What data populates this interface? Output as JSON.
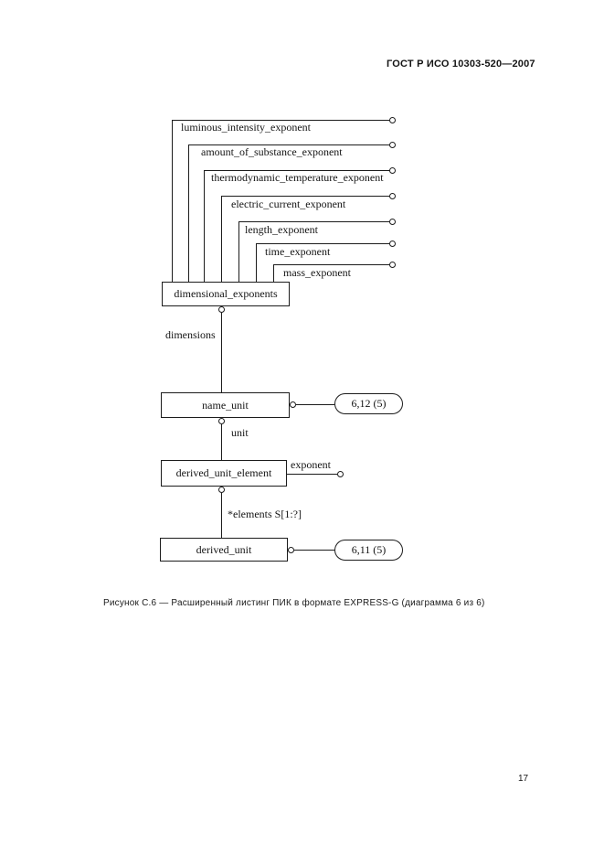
{
  "page": {
    "header": "ГОСТ Р ИСО 10303-520—2007",
    "caption": "Рисунок С.6 — Расширенный листинг ПИК в формате EXPRESS-G (диаграмма 6 из 6)",
    "page_number": "17"
  },
  "diagram": {
    "attributes": [
      "luminous_intensity_exponent",
      "amount_of_substance_exponent",
      "thermodynamic_temperature_exponent",
      "electric_current_exponent",
      "length_exponent",
      "time_exponent",
      "mass_exponent"
    ],
    "entities": {
      "dimensional_exponents": "dimensional_exponents",
      "name_unit": "name_unit",
      "derived_unit_element": "derived_unit_element",
      "derived_unit": "derived_unit"
    },
    "relations": {
      "dimensions": "dimensions",
      "unit": "unit",
      "elements": "*elements S[1:?]",
      "exponent": "exponent"
    },
    "page_refs": {
      "name_unit": "6,12 (5)",
      "derived_unit": "6,11 (5)"
    }
  }
}
